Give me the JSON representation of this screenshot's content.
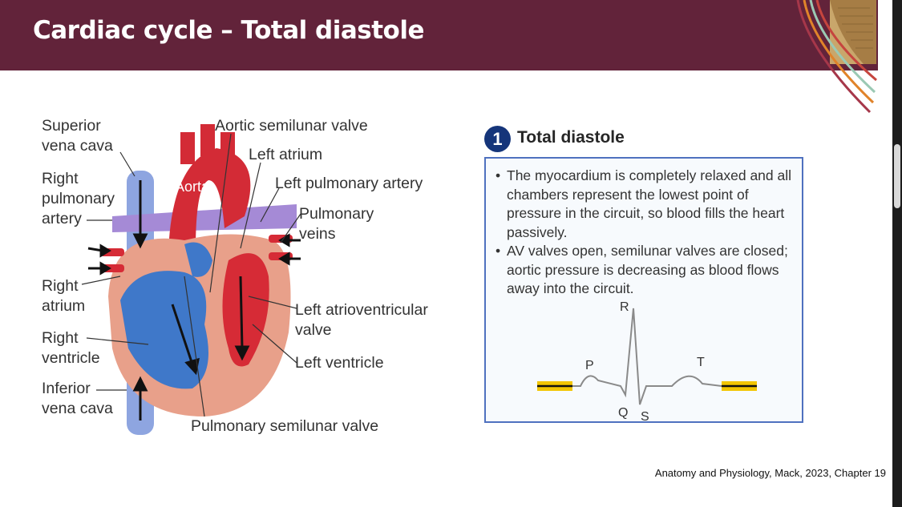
{
  "slide": {
    "title": "Cardiac cycle – Total diastole",
    "citation": "Anatomy and Physiology, Mack, 2023, Chapter 19"
  },
  "heart_figure": {
    "labels": {
      "superior_vena_cava": "Superior\nvena cava",
      "right_pulmonary_artery": "Right\npulmonary\nartery",
      "right_atrium": "Right\natrium",
      "right_ventricle": "Right\nventricle",
      "inferior_vena_cava": "Inferior\nvena cava",
      "aortic_semilunar_valve": "Aortic semilunar valve",
      "left_atrium": "Left atrium",
      "left_pulmonary_artery": "Left pulmonary artery",
      "pulmonary_veins": "Pulmonary\nveins",
      "left_av_valve": "Left atrioventricular\nvalve",
      "left_ventricle": "Left ventricle",
      "pulmonary_semilunar_valve": "Pulmonary semilunar valve",
      "aorta": "Aorta"
    }
  },
  "diastole_panel": {
    "number": "1",
    "title": "Total diastole",
    "bullets": [
      "The myocardium is completely relaxed and all chambers represent the lowest point of pressure in the circuit, so blood fills the heart passively.",
      "AV valves open, semilunar valves  are closed; aortic pressure is decreasing as blood flows away into the circuit."
    ],
    "ecg": {
      "labels": {
        "p": "P",
        "q": "Q",
        "r": "R",
        "s": "S",
        "t": "T"
      },
      "highlight_color": "#f2c500"
    }
  },
  "colors": {
    "header": "#62233a",
    "deoxygenated_blood": "#3f78c9",
    "oxygenated_blood": "#d62b36",
    "panel_border": "#4f71bf",
    "panel_number": "#15357a"
  }
}
